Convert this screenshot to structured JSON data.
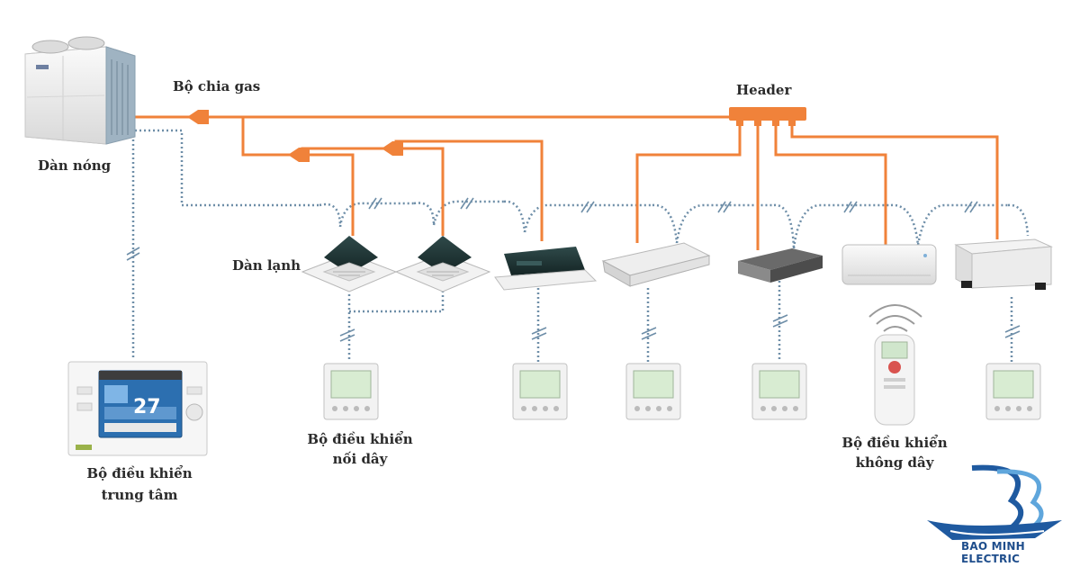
{
  "labels": {
    "outdoor_unit": "Dàn nóng",
    "gas_splitter": "Bộ chia gas",
    "header": "Header",
    "indoor_units": "Dàn lạnh",
    "central_controller_line1": "Bộ điều khiển",
    "central_controller_line2": "trung tâm",
    "wired_controller_line1": "Bộ điều khiển",
    "wired_controller_line2": "nối dây",
    "wireless_controller_line1": "Bộ điều khiển",
    "wireless_controller_line2": "không dây"
  },
  "central_controller_display": "27",
  "brand": {
    "name": "BAO MINH ELECTRIC"
  },
  "colors": {
    "refrigerant_pipe": "#f0823a",
    "control_wire": "#6e8ea8",
    "brand_blue": "#1f5aa0"
  }
}
